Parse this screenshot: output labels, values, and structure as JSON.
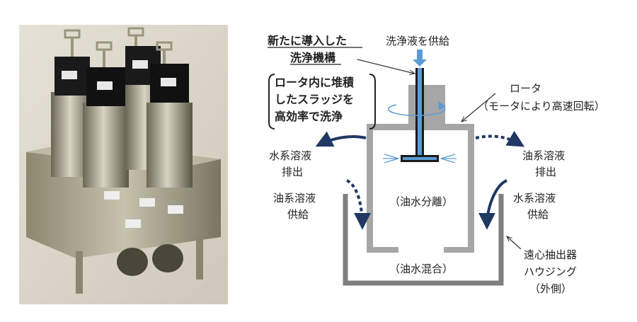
{
  "photo": {
    "description_icon": "centrifugal-extractor-photo"
  },
  "callout": {
    "title_line1": "新たに導入した",
    "title_line2": "洗浄機構",
    "box_line1": "ロータ内に堆積",
    "box_line2": "したスラッジを",
    "box_line3": "高効率で洗浄"
  },
  "labels": {
    "wash_supply": "洗浄液を供給",
    "rotor": "ロータ",
    "rotor_note": "（モータにより高速回転）",
    "aq_out_1": "水系溶液",
    "aq_out_2": "排出",
    "org_out_1": "油系溶液",
    "org_out_2": "排出",
    "org_in_1": "油系溶液",
    "org_in_2": "供給",
    "aq_in_1": "水系溶液",
    "aq_in_2": "供給",
    "separation": "（油水分離）",
    "mixing": "（油水混合）",
    "housing_1": "遠心抽出器",
    "housing_2": "ハウジング",
    "housing_3": "（外側）"
  },
  "colors": {
    "wash_blue": "#5b9bd5",
    "dark_navy": "#1f3864",
    "wall_gray": "#a6a6a6",
    "housing_gray": "#7f7f7f"
  }
}
